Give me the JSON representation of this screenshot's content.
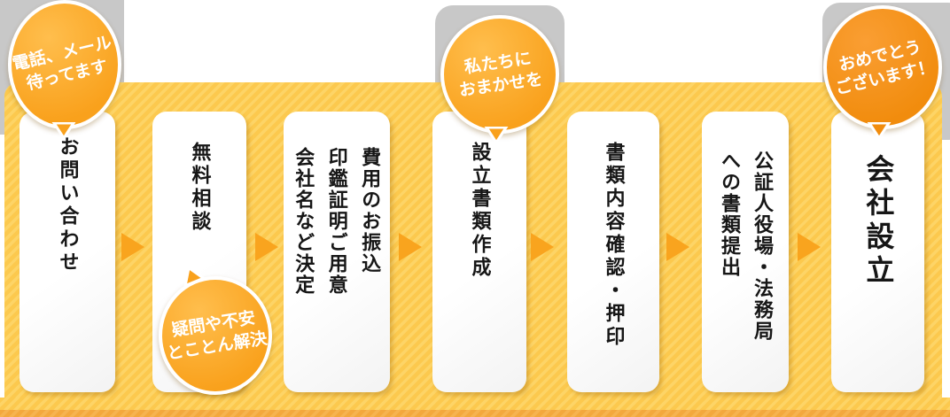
{
  "banner": {
    "steps": [
      {
        "label": "お問い合わせ"
      },
      {
        "label": "無料相談"
      },
      {
        "label": "費用のお振込\n印鑑証明ご用意\n会社名など決定"
      },
      {
        "label": "設立書類作成"
      },
      {
        "label": "書類内容確認・押印"
      },
      {
        "label": "公証人役場・法務局\nへの書類提出"
      },
      {
        "label": "会社設立"
      }
    ],
    "bubbles": [
      {
        "text": "電話、メール\n待ってます"
      },
      {
        "text": "疑問や不安\nとことん解決"
      },
      {
        "text": "私たちに\nおまかせを"
      },
      {
        "text": "おめでとう\nございます！"
      }
    ],
    "colors": {
      "band_base": "#fcc94e",
      "band_stripe": "#fdd466",
      "band_footer": "#f3a83d",
      "bubble_orange": "#f9a11c",
      "bubble_deep_orange": "#f18c0d",
      "arrow_orange": "#f9a41e",
      "backdrop_gray": "#c8c8c8",
      "card_white": "#ffffff",
      "text_black": "#161616"
    }
  }
}
